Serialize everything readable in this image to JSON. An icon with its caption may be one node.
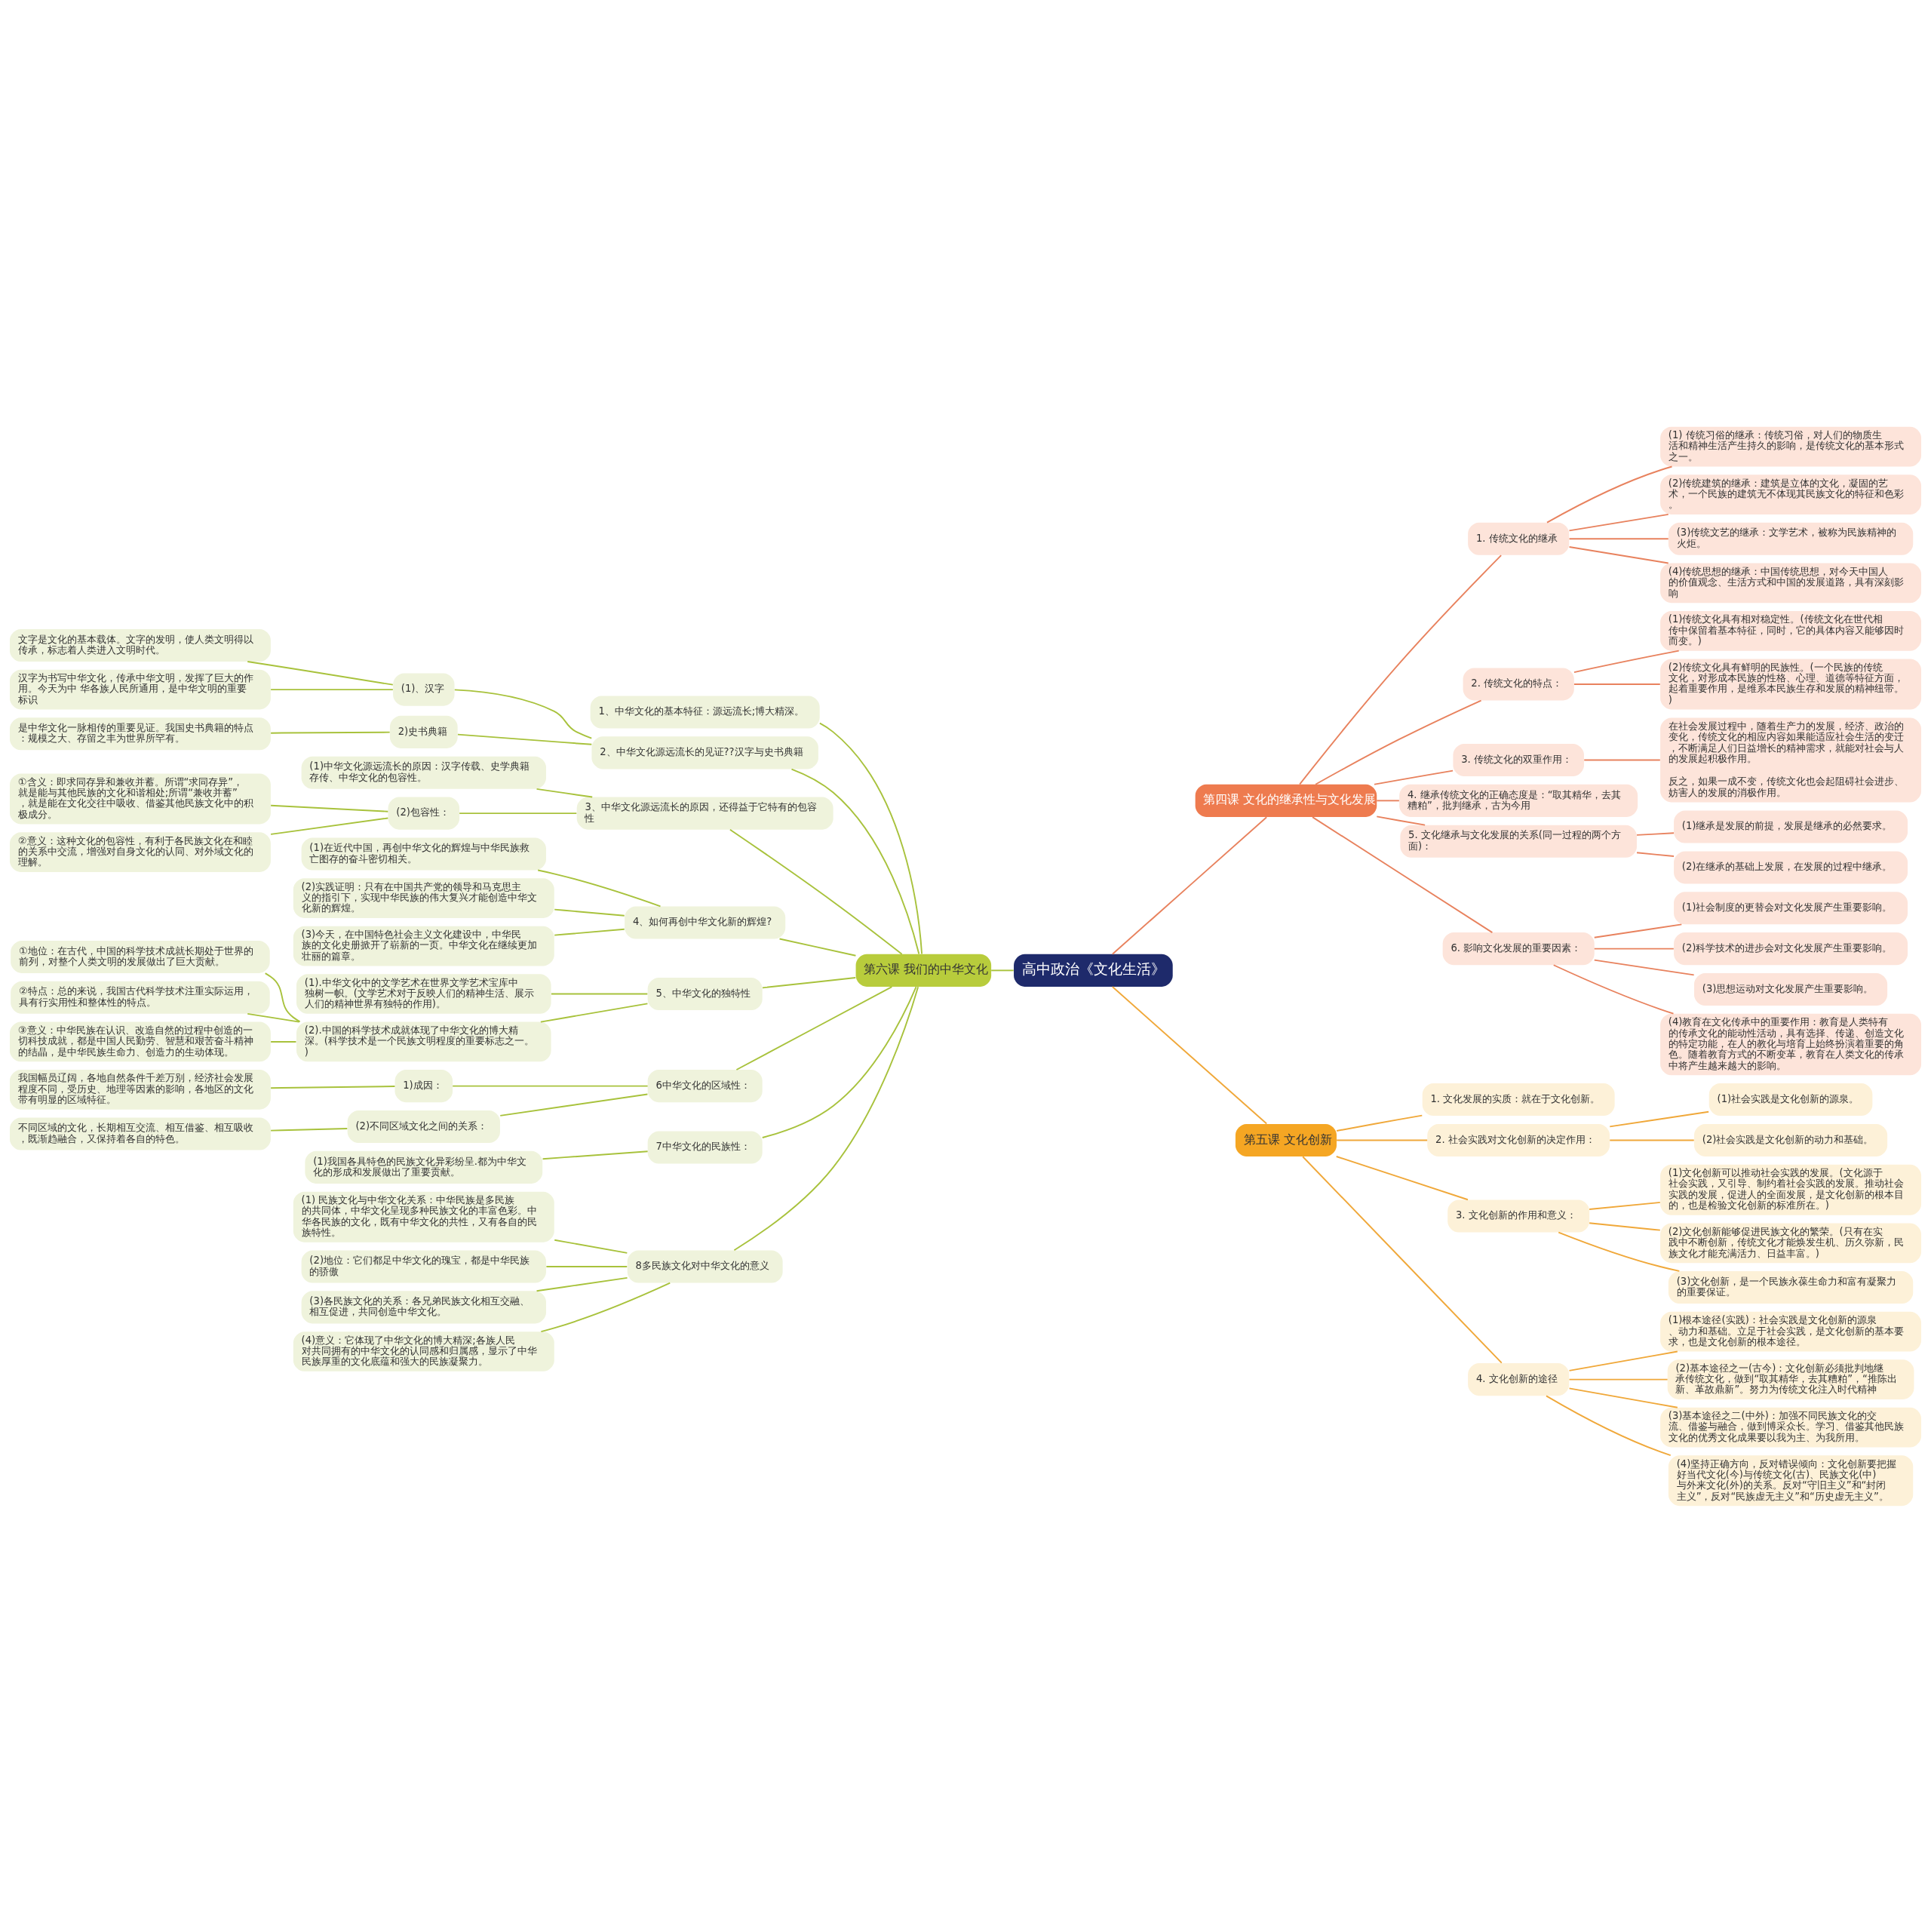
{
  "diagram": {
    "nodes": [
      {
        "text": [
          "高中政治《文化生活》"
        ]
      },
      {
        "text": [
          "第六课 我们的中华文化"
        ]
      },
      {
        "text": [
          "1、中华文化的基本特征：源远流长;博大精深。"
        ]
      },
      {
        "text": [
          "2、中华文化源远流长的见证??汉字与史书典籍"
        ]
      },
      {
        "text": [
          "(1)、汉字"
        ]
      },
      {
        "text": [
          "文字是文化的基本载体。文字的发明，使人类文明得以传承，标志着人类进入文明时代。"
        ]
      },
      {
        "text": [
          "汉字为书写中华文化，传承中华文明，发挥了巨大的作用。今天为中 华各族人民所通用，是中华文明的重要标识"
        ]
      },
      {
        "text": [
          "2)史书典籍"
        ]
      },
      {
        "text": [
          "是中华文化一脉相传的重要见证。我国史书典籍的特点：规模之大、存留之丰为世界所罕有。"
        ]
      },
      {
        "text": [
          "3、中华文化源远流长的原因，还得益于它特有的包容性"
        ]
      },
      {
        "text": [
          "(1)中华文化源远流长的原因：汉字传载、史学典籍存传、中华文化的包容性。"
        ]
      },
      {
        "text": [
          "(2)包容性："
        ]
      },
      {
        "text": [
          "①含义：即求同存异和兼收并蓄。所谓“求同存异”，就是能与其他民族的文化和谐相处;所谓“兼收并蓄”，就是能在文化交往中吸收、借鉴其他民族文化中的积极成分。"
        ]
      },
      {
        "text": [
          "②意义：这种文化的包容性，有利于各民族文化在和睦的关系中交流，增强对自身文化的认同、对外域文化的理解。"
        ]
      },
      {
        "text": [
          "4、如何再创中华文化新的辉煌?"
        ]
      },
      {
        "text": [
          "(1)在近代中国，再创中华文化的辉煌与中华民族救亡图存的奋斗密切相关。"
        ]
      },
      {
        "text": [
          "(2)实践证明：只有在中国共产党的领导和马克思主义的指引下，实现中华民族的伟大复兴才能创造中华文化新的辉煌。"
        ]
      },
      {
        "text": [
          "(3)今天，在中国特色社会主义文化建设中，中华民族的文化史册掀开了崭新的一页。中华文化在继续更加壮丽的篇章。"
        ]
      },
      {
        "text": [
          "5、中华文化的独特性"
        ]
      },
      {
        "text": [
          "(1).中华文化中的文学艺术在世界文学艺术宝库中独树一帜。(文学艺术对于反映人们的精神生活、展示人们的精神世界有独特的作用)。"
        ]
      },
      {
        "text": [
          "(2).中国的科学技术成就体现了中华文化的博大精深。(科学技术是一个民族文明程度的重要标志之一。)"
        ]
      },
      {
        "text": [
          "①地位：在古代，中国的科学技术成就长期处于世界的前列，对整个人类文明的发展做出了巨大贡献。"
        ]
      },
      {
        "text": [
          "②特点：总的来说，我国古代科学技术注重实际运用，具有行实用性和整体性的特点。"
        ]
      },
      {
        "text": [
          "③意义：中华民族在认识、改造自然的过程中创造的一切科技成就，都是中国人民勤劳、智慧和艰苦奋斗精神的结晶，是中华民族生命力、创造力的生动体现。"
        ]
      },
      {
        "text": [
          "6中华文化的区域性："
        ]
      },
      {
        "text": [
          "1)成因："
        ]
      },
      {
        "text": [
          "我国幅员辽阔，各地自然条件千差万别，经济社会发展程度不同，受历史、地理等因素的影响，各地区的文化带有明显的区域特征。"
        ]
      },
      {
        "text": [
          "(2)不同区域文化之间的关系："
        ]
      },
      {
        "text": [
          "不同区域的文化，长期相互交流、相互借鉴、相互吸收，既渐趋融合，又保持着各自的特色。"
        ]
      },
      {
        "text": [
          "7中华文化的民族性："
        ]
      },
      {
        "text": [
          "(1)我国各具特色的民族文化异彩纷呈.都为中华文化的形成和发展做出了重要贡献。"
        ]
      },
      {
        "text": [
          "8多民族文化对中华文化的意义"
        ]
      },
      {
        "text": [
          "(1) 民族文化与中华文化关系：中华民族是多民族的共同体，中华文化呈现多种民族文化的丰富色彩。中华各民族的文化，既有中华文化的共性，又有各自的民族特性。"
        ]
      },
      {
        "text": [
          "(2)地位：它们都足中华文化的瑰宝，都是中华民族的骄傲"
        ]
      },
      {
        "text": [
          "(3)各民族文化的关系：各兄弟民族文化相互交融、相互促进，共同创造中华文化。"
        ]
      },
      {
        "text": [
          "(4)意义：它体现了中华文化的博大精深;各族人民对共同拥有的中华文化的认同感和归属感，显示了中华民族厚重的文化底蕴和强大的民族凝聚力。"
        ]
      },
      {
        "text": [
          "第四课 文化的继承性与文化发展"
        ]
      },
      {
        "text": [
          "1. 传统文化的继承"
        ]
      },
      {
        "text": [
          "(1) 传统习俗的继承：传统习俗，对人们的物质生活和精神生活产生持久的影响，是传统文化的基本形式之一。"
        ]
      },
      {
        "text": [
          "(2)传统建筑的继承：建筑是立体的文化，凝固的艺术，一个民族的建筑无不体现其民族文化的特征和色彩。"
        ]
      },
      {
        "text": [
          "(3)传统文艺的继承：文学艺术，被称为民族精神的火炬。"
        ]
      },
      {
        "text": [
          "(4)传统思想的继承：中国传统思想，对今天中国人的价值观念、生活方式和中国的发展道路，具有深刻影响"
        ]
      },
      {
        "text": [
          "2. 传统文化的特点："
        ]
      },
      {
        "text": [
          "(1)传统文化具有相对稳定性。(传统文化在世代相传中保留着基本特征，同时，它的具体内容又能够因时而变。)"
        ]
      },
      {
        "text": [
          "(2)传统文化具有鲜明的民族性。(一个民族的传统文化，对形成本民族的性格、心理、道德等特征方面，起着重要作用，是维系本民族生存和发展的精神纽带。)"
        ]
      },
      {
        "text": [
          "3. 传统文化的双重作用："
        ]
      },
      {
        "text": [
          "在社会发展过程中，随着生产力的发展，经济、政治的变化，传统文化的相应内容如果能适应社会生活的变迁，不断满足人们日益增长的精神需求，就能对社会与人的发展起积极作用。",
          "反之，如果一成不变，传统文化也会起阻碍社会进步、妨害人的发展的消极作用。"
        ]
      },
      {
        "text": [
          "4. 继承传统文化的正确态度是：“取其精华，去其糟粕”，批判继承，古为今用"
        ]
      },
      {
        "text": [
          "5. 文化继承与文化发展的关系(同一过程的两个方面)："
        ]
      },
      {
        "text": [
          "(1)继承是发展的前提，发展是继承的必然要求。"
        ]
      },
      {
        "text": [
          "(2)在继承的基础上发展，在发展的过程中继承。"
        ]
      },
      {
        "text": [
          "6. 影响文化发展的重要因素："
        ]
      },
      {
        "text": [
          "(1)社会制度的更替会对文化发展产生重要影响。"
        ]
      },
      {
        "text": [
          "(2)科学技术的进步会对文化发展产生重要影响。"
        ]
      },
      {
        "text": [
          "(3)思想运动对文化发展产生重要影响。"
        ]
      },
      {
        "text": [
          "(4)教育在文化传承中的重要作用：教育是人类特有的传承文化的能动性活动，具有选择、传递、创造文化的特定功能，在人的教化与培育上始终扮演着重要的角色。随着教育方式的不断变革，教育在人类文化的传承中将产生越来越大的影响。"
        ]
      },
      {
        "text": [
          "第五课 文化创新"
        ]
      },
      {
        "text": [
          "1. 文化发展的实质：就在于文化创新。"
        ]
      },
      {
        "text": [
          "2. 社会实践对文化创新的决定作用："
        ]
      },
      {
        "text": [
          "(1)社会实践是文化创新的源泉。"
        ]
      },
      {
        "text": [
          "(2)社会实践是文化创新的动力和基础。"
        ]
      },
      {
        "text": [
          "3. 文化创新的作用和意义："
        ]
      },
      {
        "text": [
          "(1)文化创新可以推动社会实践的发展。(文化源于社会实践，又引导、制约着社会实践的发展。推动社会实践的发展，促进人的全面发展，是文化创新的根本目的，也是检验文化创新的标准所在。)"
        ]
      },
      {
        "text": [
          "(2)文化创新能够促进民族文化的繁荣。(只有在实践中不断创新，传统文化才能焕发生机、历久弥新，民族文化才能充满活力、日益丰富。)"
        ]
      },
      {
        "text": [
          "(3)文化创新，是一个民族永葆生命力和富有凝聚力的重要保证。"
        ]
      },
      {
        "text": [
          "4. 文化创新的途径"
        ]
      },
      {
        "text": [
          "(1)根本途径(实践)：社会实践是文化创新的源泉、动力和基础。立足于社会实践，是文化创新的基本要求，也是文化创新的根本途径。"
        ]
      },
      {
        "text": [
          "(2)基本途径之一(古今)：文化创新必须批判地继承传统文化，做到“取其精华，去其糟粕”，“推陈出新、革故鼎新”。努力为传统文化注入时代精神"
        ]
      },
      {
        "text": [
          "(3)基本途径之二(中外)：加强不同民族文化的交流、借鉴与融合，做到博采众长。学习、借鉴其他民族文化的优秀文化成果要以我为主、为我所用。"
        ]
      },
      {
        "text": [
          "(4)坚持正确方向，反对错误倾向：文化创新要把握好当代文化(今)与传统文化(古)、民族文化(中)与外来文化(外)的关系。反对“守旧主义”和“封闭主义”，反对“民族虚无主义”和“历史虚无主义”。"
        ]
      }
    ],
    "edges": [
      {
        "from": 0,
        "to": 1,
        "arrow": "none"
      },
      {
        "from": 1,
        "to": 2,
        "arrow": "none"
      },
      {
        "from": 1,
        "to": 3,
        "arrow": "none"
      },
      {
        "from": 3,
        "to": 4,
        "arrow": "none"
      },
      {
        "from": 4,
        "to": 5,
        "arrow": "none"
      },
      {
        "from": 4,
        "to": 6,
        "arrow": "none"
      },
      {
        "from": 3,
        "to": 7,
        "arrow": "none"
      },
      {
        "from": 7,
        "to": 8,
        "arrow": "none"
      },
      {
        "from": 1,
        "to": 9,
        "arrow": "none"
      },
      {
        "from": 9,
        "to": 10,
        "arrow": "none"
      },
      {
        "from": 9,
        "to": 11,
        "arrow": "none"
      },
      {
        "from": 11,
        "to": 12,
        "arrow": "none"
      },
      {
        "from": 11,
        "to": 13,
        "arrow": "none"
      },
      {
        "from": 1,
        "to": 14,
        "arrow": "none"
      },
      {
        "from": 14,
        "to": 15,
        "arrow": "none"
      },
      {
        "from": 14,
        "to": 16,
        "arrow": "none"
      },
      {
        "from": 14,
        "to": 17,
        "arrow": "none"
      },
      {
        "from": 1,
        "to": 18,
        "arrow": "none"
      },
      {
        "from": 18,
        "to": 19,
        "arrow": "none"
      },
      {
        "from": 18,
        "to": 20,
        "arrow": "none"
      },
      {
        "from": 20,
        "to": 21,
        "arrow": "none"
      },
      {
        "from": 20,
        "to": 22,
        "arrow": "none"
      },
      {
        "from": 20,
        "to": 23,
        "arrow": "none"
      },
      {
        "from": 1,
        "to": 24,
        "arrow": "none"
      },
      {
        "from": 24,
        "to": 25,
        "arrow": "none"
      },
      {
        "from": 25,
        "to": 26,
        "arrow": "none"
      },
      {
        "from": 24,
        "to": 27,
        "arrow": "none"
      },
      {
        "from": 27,
        "to": 28,
        "arrow": "none"
      },
      {
        "from": 1,
        "to": 29,
        "arrow": "none"
      },
      {
        "from": 29,
        "to": 30,
        "arrow": "none"
      },
      {
        "from": 1,
        "to": 31,
        "arrow": "none"
      },
      {
        "from": 31,
        "to": 32,
        "arrow": "none"
      },
      {
        "from": 31,
        "to": 33,
        "arrow": "none"
      },
      {
        "from": 31,
        "to": 34,
        "arrow": "none"
      },
      {
        "from": 31,
        "to": 35,
        "arrow": "none"
      },
      {
        "from": 0,
        "to": 36,
        "arrow": "none",
        "color": "#e8825e"
      },
      {
        "from": 36,
        "to": 37,
        "arrow": "none",
        "color": "#e8825e"
      },
      {
        "from": 37,
        "to": 38,
        "arrow": "none",
        "color": "#e8825e"
      },
      {
        "from": 37,
        "to": 39,
        "arrow": "none",
        "color": "#e8825e"
      },
      {
        "from": 37,
        "to": 40,
        "arrow": "none",
        "color": "#e8825e"
      },
      {
        "from": 37,
        "to": 41,
        "arrow": "none",
        "color": "#e8825e"
      },
      {
        "from": 36,
        "to": 42,
        "arrow": "none",
        "color": "#e8825e"
      },
      {
        "from": 42,
        "to": 43,
        "arrow": "none",
        "color": "#e8825e"
      },
      {
        "from": 42,
        "to": 44,
        "arrow": "none",
        "color": "#e8825e"
      },
      {
        "from": 36,
        "to": 45,
        "arrow": "none",
        "color": "#e8825e"
      },
      {
        "from": 45,
        "to": 46,
        "arrow": "none",
        "color": "#e8825e"
      },
      {
        "from": 36,
        "to": 47,
        "arrow": "none",
        "color": "#e8825e"
      },
      {
        "from": 36,
        "to": 48,
        "arrow": "none",
        "color": "#e8825e"
      },
      {
        "from": 48,
        "to": 49,
        "arrow": "none",
        "color": "#e8825e"
      },
      {
        "from": 48,
        "to": 50,
        "arrow": "none",
        "color": "#e8825e"
      },
      {
        "from": 36,
        "to": 51,
        "arrow": "none",
        "color": "#e8825e"
      },
      {
        "from": 51,
        "to": 52,
        "arrow": "none",
        "color": "#e8825e"
      },
      {
        "from": 51,
        "to": 53,
        "arrow": "none",
        "color": "#e8825e"
      },
      {
        "from": 51,
        "to": 54,
        "arrow": "none",
        "color": "#e8825e"
      },
      {
        "from": 51,
        "to": 55,
        "arrow": "none",
        "color": "#e8825e"
      },
      {
        "from": 0,
        "to": 56,
        "arrow": "none",
        "color": "#f0a83a"
      },
      {
        "from": 56,
        "to": 57,
        "arrow": "none",
        "color": "#f0a83a"
      },
      {
        "from": 56,
        "to": 58,
        "arrow": "none",
        "color": "#f0a83a"
      },
      {
        "from": 58,
        "to": 59,
        "arrow": "none",
        "color": "#f0a83a"
      },
      {
        "from": 58,
        "to": 60,
        "arrow": "none",
        "color": "#f0a83a"
      },
      {
        "from": 56,
        "to": 61,
        "arrow": "none",
        "color": "#f0a83a"
      },
      {
        "from": 61,
        "to": 62,
        "arrow": "none",
        "color": "#f0a83a"
      },
      {
        "from": 61,
        "to": 63,
        "arrow": "none",
        "color": "#f0a83a"
      },
      {
        "from": 61,
        "to": 64,
        "arrow": "none",
        "color": "#f0a83a"
      },
      {
        "from": 56,
        "to": 65,
        "arrow": "none",
        "color": "#f0a83a"
      },
      {
        "from": 65,
        "to": 66,
        "arrow": "none",
        "color": "#f0a83a"
      },
      {
        "from": 65,
        "to": 67,
        "arrow": "none",
        "color": "#f0a83a"
      },
      {
        "from": 65,
        "to": 68,
        "arrow": "none",
        "color": "#f0a83a"
      },
      {
        "from": 65,
        "to": 69,
        "arrow": "none",
        "color": "#f0a83a"
      }
    ]
  }
}
